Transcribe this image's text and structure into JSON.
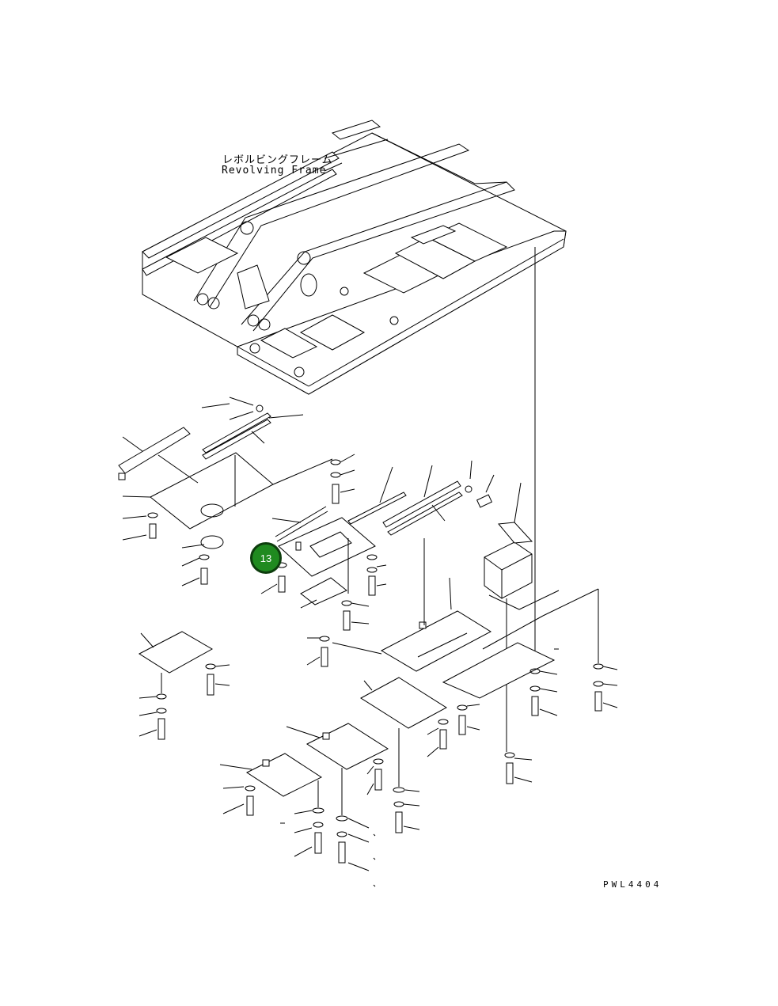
{
  "labels": {
    "frame_jp": "レボルビングフレーム",
    "frame_en": "Revolving Frame",
    "drawing_code": "PWL4404"
  },
  "callout": {
    "number": "13"
  },
  "colors": {
    "callout_fill": "#1f8a1f",
    "callout_border": "#0d3d0d",
    "line": "#000000",
    "background": "#ffffff"
  }
}
